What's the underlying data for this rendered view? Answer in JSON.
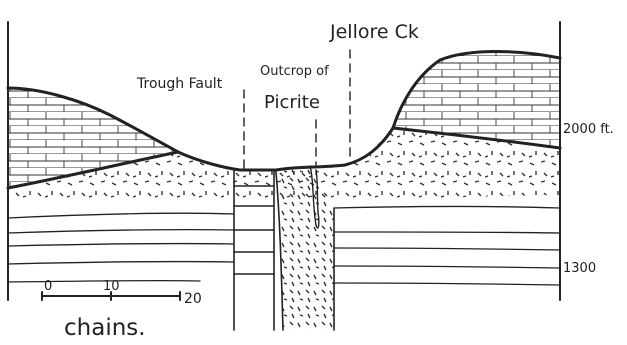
{
  "labels": {
    "creek": "Jellore Ck",
    "fault": "Trough Fault",
    "outcrop_line1": "Outcrop of",
    "outcrop_line2": "Picrite",
    "elev_upper": "2000 ft.",
    "elev_lower": "1300",
    "scale_0": "0",
    "scale_10": "10",
    "scale_20": "20",
    "scale_unit": "chains."
  },
  "colors": {
    "ink": "#222222",
    "paper": "#ffffff"
  }
}
